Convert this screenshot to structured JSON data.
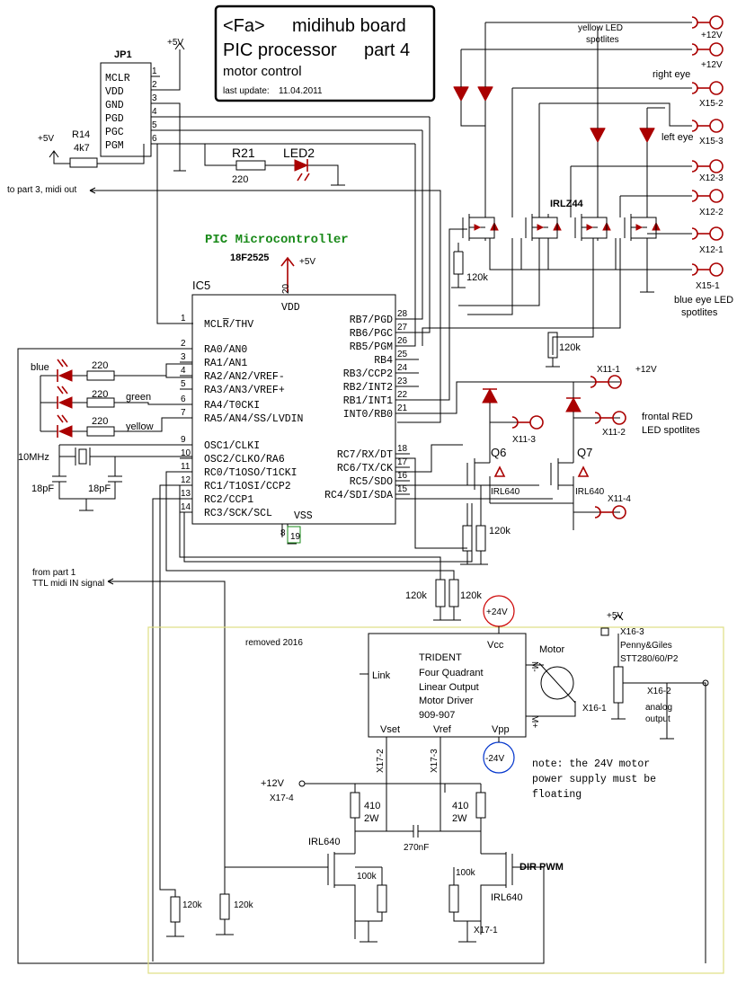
{
  "title": {
    "brand": "<Fa>",
    "name": "midihub board",
    "line2a": "PIC processor",
    "line2b": "part 4",
    "line3": "motor control",
    "update_label": "last update:",
    "update_date": "11.04.2011"
  },
  "jp1": {
    "ref": "JP1",
    "pins": [
      "MCLR",
      "VDD",
      "GND",
      "PGD",
      "PGC",
      "PGM"
    ],
    "nums": [
      "1",
      "2",
      "3",
      "4",
      "5",
      "6"
    ],
    "supply": "+5V"
  },
  "r14": {
    "ref": "R14",
    "value": "4k7",
    "supply": "+5V"
  },
  "r21": {
    "ref": "R21",
    "value": "220",
    "led": "LED2"
  },
  "midi_out": "to part 3, midi out",
  "mcu": {
    "heading": "PIC Microcontroller",
    "part": "18F2525",
    "supply": "+5V",
    "ref": "IC5",
    "vdd": "VDD",
    "vdd_pin": "20",
    "vss": "VSS",
    "vss_pins": [
      "8",
      "19"
    ],
    "left": [
      [
        "1",
        "MCLR̅/THV"
      ],
      [
        "2",
        "RA0/AN0"
      ],
      [
        "3",
        "RA1/AN1"
      ],
      [
        "4",
        "RA2/AN2/VREF-"
      ],
      [
        "5",
        "RA3/AN3/VREF+"
      ],
      [
        "6",
        "RA4/T0CKI"
      ],
      [
        "7",
        "RA5/AN4/SS/LVDIN"
      ],
      [
        "9",
        "OSC1/CLKI"
      ],
      [
        "10",
        "OSC2/CLKO/RA6"
      ],
      [
        "11",
        "RC0/T1OSO/T1CKI"
      ],
      [
        "12",
        "RC1/T1OSI/CCP2"
      ],
      [
        "13",
        "RC2/CCP1"
      ],
      [
        "14",
        "RC3/SCK/SCL"
      ]
    ],
    "right": [
      [
        "28",
        "RB7/PGD"
      ],
      [
        "27",
        "RB6/PGC"
      ],
      [
        "26",
        "RB5/PGM"
      ],
      [
        "25",
        "RB4"
      ],
      [
        "24",
        "RB3/CCP2"
      ],
      [
        "23",
        "RB2/INT2"
      ],
      [
        "22",
        "RB1/INT1"
      ],
      [
        "21",
        "INT0/RB0"
      ],
      [
        "18",
        "RC7/RX/DT"
      ],
      [
        "17",
        "RC6/TX/CK"
      ],
      [
        "16",
        "RC5/SDO"
      ],
      [
        "15",
        "RC4/SDI/SDA"
      ]
    ]
  },
  "leds": {
    "blue": "blue",
    "green": "green",
    "yellow": "yellow",
    "r": "220"
  },
  "crystal": {
    "freq": "10MHz",
    "c1": "18pF",
    "c2": "18pF"
  },
  "midi_in": {
    "l1": "from part 1",
    "l2": "TTL midi IN signal"
  },
  "spots": {
    "yellow_l1": "yellow LED",
    "yellow_l2": "spotlites",
    "right_eye": "right eye",
    "left_eye": "left eye",
    "blue_l1": "blue eye LED",
    "blue_l2": "spotlites",
    "mosfet": "IRLZ44",
    "conn": [
      "+12V",
      "+12V",
      "X15-2",
      "X15-3",
      "X12-3",
      "X12-2",
      "X12-1",
      "X15-1"
    ],
    "r": "120k",
    "r2": "120k"
  },
  "front": {
    "x111": "X11-1",
    "x111v": "+12V",
    "x113": "X11-3",
    "x112": "X11-2",
    "label1": "frontal RED",
    "label2": "LED spotlites",
    "q6": "Q6",
    "q7": "Q7",
    "type": "IRL640",
    "x114": "X11-4",
    "r1": "120k",
    "r2": "120k",
    "r3": "120k",
    "r4": "120k"
  },
  "driver": {
    "removed": "removed 2016",
    "vcc": "Vcc",
    "p24": "+24V",
    "n24": "-24V",
    "link": "Link",
    "lines": [
      "TRIDENT",
      "Four Quadrant",
      "Linear Output",
      "Motor Driver",
      "909-907"
    ],
    "vset": "Vset",
    "vref": "Vref",
    "vpp": "Vpp",
    "mminus": "M-",
    "mplus": "M+",
    "motor": "Motor",
    "x161": "X16-1"
  },
  "pot": {
    "supply": "+5V",
    "x163": "X16-3",
    "brand": "Penny&Giles",
    "model": "STT280/60/P2",
    "x162": "X16-2",
    "out1": "analog",
    "out2": "output"
  },
  "note": {
    "l1": "note: the 24V motor",
    "l2": "power supply must be",
    "l3": "floating"
  },
  "bottom": {
    "p12": "+12V",
    "x174": "X17-4",
    "x172": "X17-2",
    "x173": "X17-3",
    "r410a": "410",
    "w2a": "2W",
    "r410b": "410",
    "w2b": "2W",
    "cap": "270nF",
    "irl_l": "IRL640",
    "irl_r": "IRL640",
    "dirpwm": "DIR PWM",
    "r100a": "100k",
    "r100b": "100k",
    "x171": "X17-1",
    "r120a": "120k",
    "r120b": "120k"
  }
}
